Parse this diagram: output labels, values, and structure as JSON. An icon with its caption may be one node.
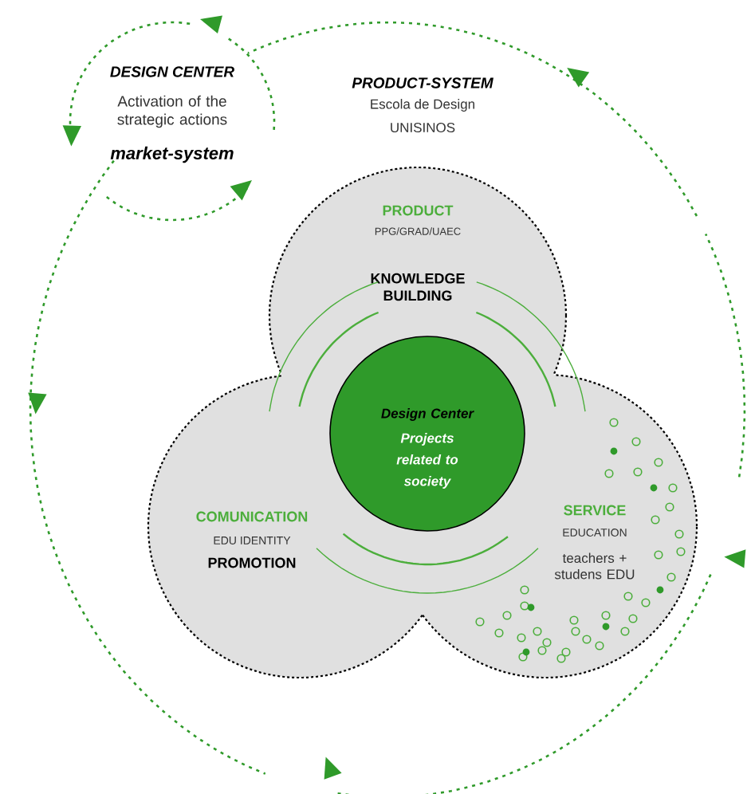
{
  "diagram": {
    "nodes": [
      {
        "text": [
          "PRODUCT",
          "PPG/GRAD/UAEC",
          "KNOWLEDGE BUILDING"
        ]
      },
      {
        "text": [
          "COMUNICATION",
          "EDU IDENTITY",
          "PROMOTION"
        ]
      },
      {
        "text": [
          "SERVICE",
          "EDUCATION",
          "teachers + studens EDU"
        ]
      },
      {
        "text": [
          "Design Center",
          "Projects related to society"
        ]
      }
    ],
    "edges": [],
    "labels": [
      "DESIGN CENTER",
      "Activation of the strategic actions",
      "market-system",
      "PRODUCT-SYSTEM",
      "Escola de Design",
      "UNISINOS"
    ]
  }
}
